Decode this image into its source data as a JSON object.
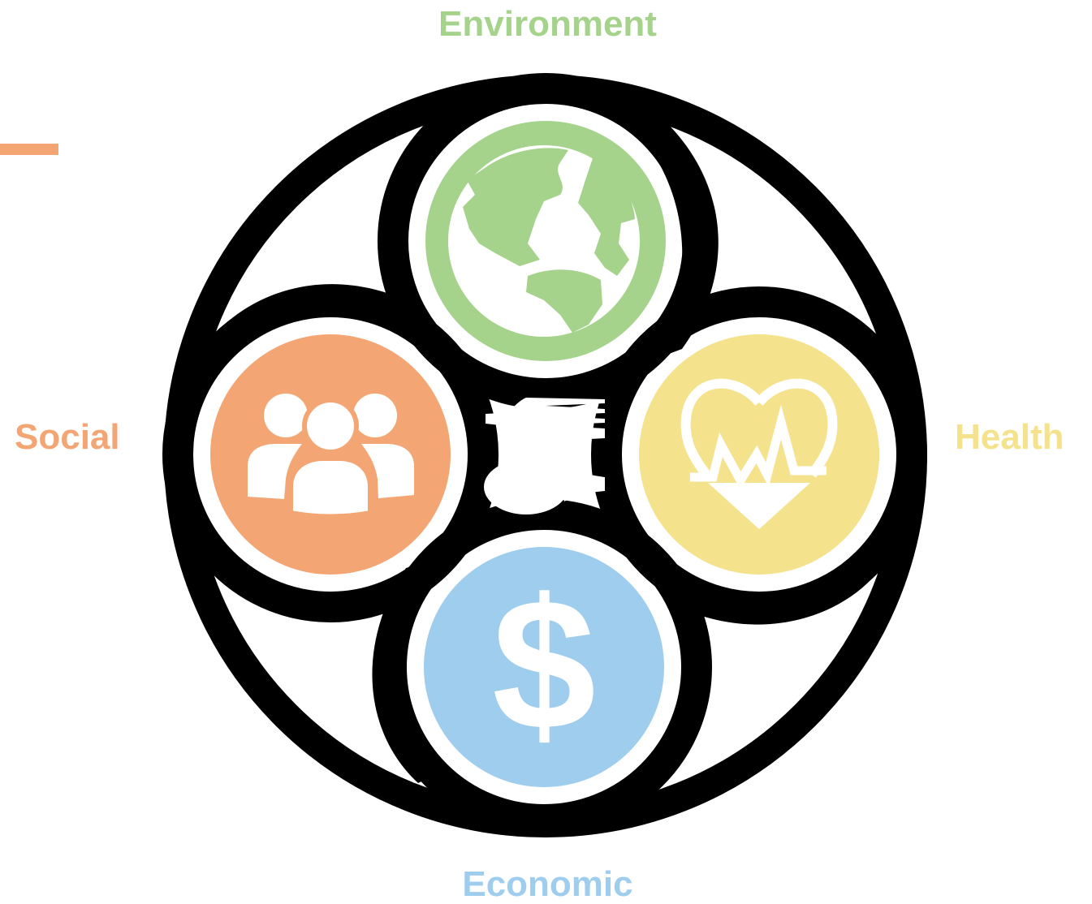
{
  "labels": {
    "environment": "Environment",
    "social": "Social",
    "health": "Health",
    "economic": "Economic"
  },
  "colors": {
    "environment": "#a5d38c",
    "social": "#f3a674",
    "health": "#f5e28c",
    "economic": "#9ecdee",
    "outline": "#000000",
    "accent_bar": "#f3a674"
  },
  "icons": {
    "environment": "globe-icon",
    "social": "people-group-icon",
    "health": "heart-pulse-icon",
    "economic": "dollar-sign-icon",
    "center": "fork-and-spoon-icon"
  },
  "dollar_glyph": "$"
}
